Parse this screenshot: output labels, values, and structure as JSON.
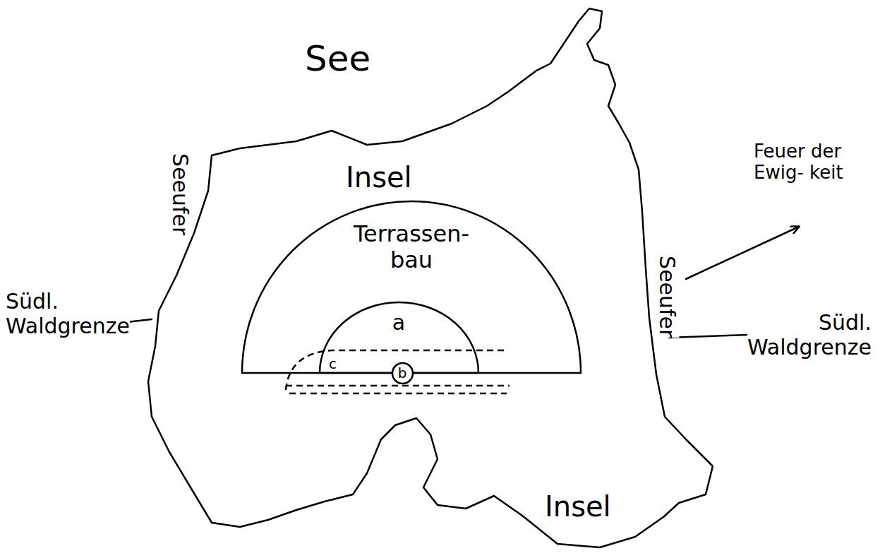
{
  "diagram": {
    "nodes": [
      {
        "text": [
          "Insel",
          "Insel"
        ]
      },
      {
        "text": [
          "Terrassen- bau"
        ],
        "in": 0
      },
      {
        "text": [
          "a"
        ],
        "in": 1
      },
      {
        "text": [
          "b"
        ],
        "in": 1
      }
    ],
    "labels": [
      "See",
      "Seeufer",
      "Seeufer",
      "Feuer der Ewig- keit",
      "Südl. Waldgrenze",
      "Südl. Waldgrenze",
      "c"
    ]
  }
}
